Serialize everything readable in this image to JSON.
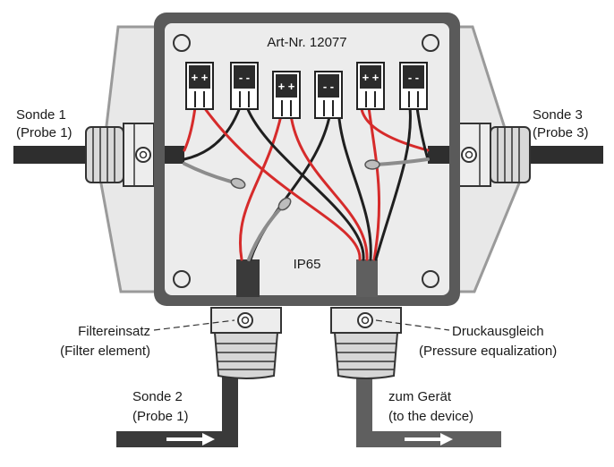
{
  "box": {
    "article_number": "Art-Nr. 12077",
    "protection_rating": "IP65"
  },
  "terminals": [
    {
      "id": "t1",
      "polarity": "+ +"
    },
    {
      "id": "t2",
      "polarity": "- -"
    },
    {
      "id": "t3",
      "polarity": "+ +"
    },
    {
      "id": "t4",
      "polarity": "- -"
    },
    {
      "id": "t5",
      "polarity": "+ +"
    },
    {
      "id": "t6",
      "polarity": "- -"
    }
  ],
  "labels": {
    "probe1_line1": "Sonde 1",
    "probe1_line2": "(Probe 1)",
    "probe3_line1": "Sonde 3",
    "probe3_line2": "(Probe 3)",
    "filter_line1": "Filtereinsatz",
    "filter_line2": "(Filter element)",
    "pressure_line1": "Druckausgleich",
    "pressure_line2": "(Pressure equalization)",
    "probe2_line1": "Sonde 2",
    "probe2_line2": "(Probe 1)",
    "device_line1": "zum Gerät",
    "device_line2": "(to the device)"
  },
  "colors": {
    "box_outline": "#5a5a5a",
    "box_fill": "#ececec",
    "flange_fill": "#e6e6e6",
    "wire_red": "#d62b2b",
    "wire_black": "#1f1f1f",
    "cable_dark": "#3a3a3a",
    "cable_grey": "#5f5f5f",
    "arrow": "#ffffff"
  }
}
